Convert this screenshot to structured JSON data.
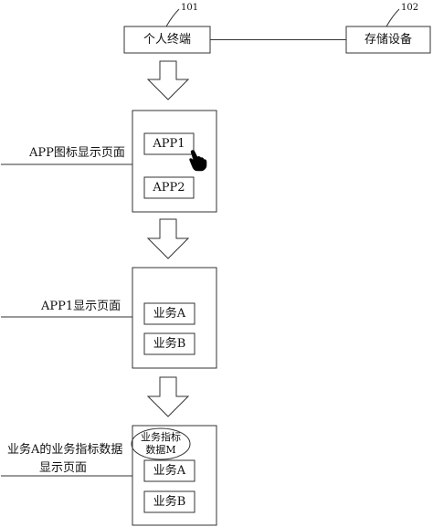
{
  "top": {
    "terminal": {
      "label": "个人终端",
      "ref": "101"
    },
    "storage": {
      "label": "存储设备",
      "ref": "102"
    }
  },
  "pages": [
    {
      "side_label": "APP图标显示页面",
      "items": [
        "APP1",
        "APP2"
      ]
    },
    {
      "side_label": "APP1显示页面",
      "items": [
        "业务A",
        "业务B"
      ]
    },
    {
      "side_label_lines": [
        "业务A的业务指标数据",
        "显示页面"
      ],
      "highlight": [
        "业务指标",
        "数据M"
      ],
      "items": [
        "业务A",
        "业务B"
      ]
    }
  ],
  "colors": {
    "stroke": "#333333",
    "background": "#ffffff",
    "cursor": "#000000"
  },
  "icons": [
    "hand-pointer-icon",
    "down-arrow-icon"
  ]
}
